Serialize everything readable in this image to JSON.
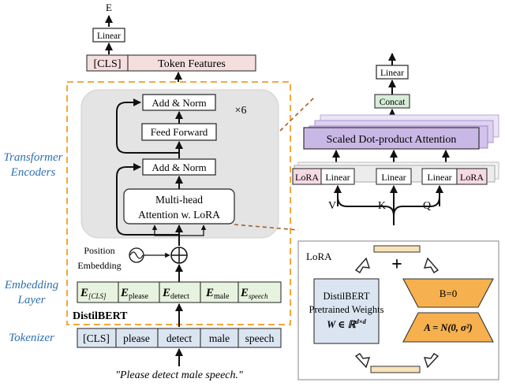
{
  "labels": {
    "output_e": "E",
    "linear_top": "Linear",
    "cls_out": "[CLS]",
    "token_features": "Token Features",
    "add_norm_1": "Add & Norm",
    "feed_forward": "Feed Forward",
    "add_norm_2": "Add & Norm",
    "times_six": "×6",
    "mha_line1": "Multi-head",
    "mha_line2": "Attention w. LoRA",
    "position_1": "Position",
    "position_2": "Embedding",
    "distilbert": "DistilBERT",
    "quote": "\"Please detect male speech.\""
  },
  "side_labels": {
    "transformer_1": "Transformer",
    "transformer_2": "Encoders",
    "embedding_1": "Embedding",
    "embedding_2": "Layer",
    "tokenizer": "Tokenizer"
  },
  "embeddings": [
    {
      "base": "E",
      "sub": "[CLS]"
    },
    {
      "base": "E",
      "sub": "please"
    },
    {
      "base": "E",
      "sub": "detect"
    },
    {
      "base": "E",
      "sub": "male"
    },
    {
      "base": "E",
      "sub": "speech"
    }
  ],
  "tokens": [
    "[CLS]",
    "please",
    "detect",
    "male",
    "speech"
  ],
  "attention": {
    "linear_out": "Linear",
    "concat": "Concat",
    "sdpa": "Scaled Dot-product Attention",
    "lora": "LoRA",
    "linear": "Linear",
    "v": "V",
    "k": "K",
    "q": "Q"
  },
  "lora_panel": {
    "title": "LoRA",
    "plus": "+",
    "w_line1": "DistilBERT",
    "w_line2": "Pretrained Weights",
    "w_line3": "W ∈ ℝ",
    "w_sup": "d×d",
    "b": "B=0",
    "a_formula": "A = N(0, σ²)"
  },
  "colors": {
    "dashed_orange": "#f2a93b",
    "encoder_gray": "#e4e4e4",
    "feature_pink": "#f4dede",
    "embed_green": "#e8f3df",
    "token_blue": "#dbe5f2",
    "concat_green": "#d7ecd9",
    "sdpa_purple": "#c9b8e6",
    "lora_pink": "#f5d9e3",
    "lora_orange": "#f6b04e",
    "blue_text": "#2e6fb2"
  }
}
